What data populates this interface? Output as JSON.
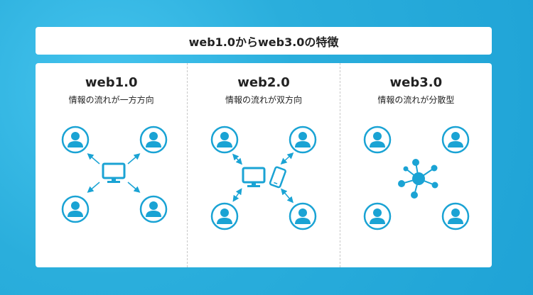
{
  "title": "web1.0からweb3.0の特徴",
  "columns": [
    {
      "title": "web1.0",
      "subtitle": "情報の流れが一方方向"
    },
    {
      "title": "web2.0",
      "subtitle": "情報の流れが双方向"
    },
    {
      "title": "web3.0",
      "subtitle": "情報の流れが分散型"
    }
  ],
  "colors": {
    "accent": "#1aa3d4",
    "background": "#2fb3e0"
  },
  "icons": [
    "user-icon",
    "monitor-icon",
    "smartphone-icon",
    "network-node-icon",
    "arrow-icon"
  ]
}
